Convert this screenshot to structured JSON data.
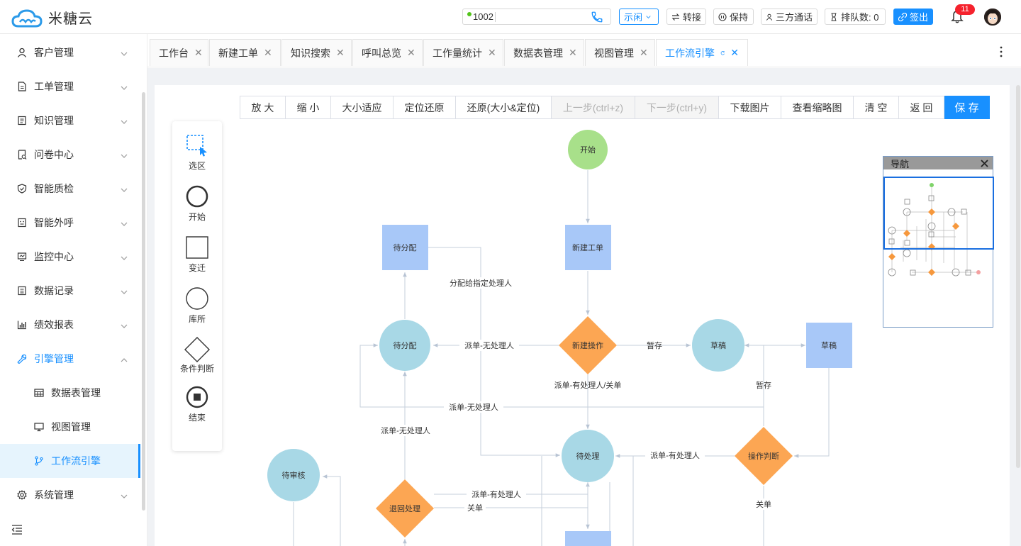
{
  "header": {
    "brand": "米糖云",
    "extension": "1002",
    "status": "示闲",
    "transfer_label": "转接",
    "hold_label": "保持",
    "three_way_label": "三方通话",
    "queue_label": "排队数: 0",
    "checkout_label": "签出",
    "notification_count": "11",
    "accent_color": "#1890ff"
  },
  "sidebar": {
    "items": [
      {
        "label": "客户管理",
        "icon": "user-icon"
      },
      {
        "label": "工单管理",
        "icon": "document-icon"
      },
      {
        "label": "知识管理",
        "icon": "book-icon"
      },
      {
        "label": "问卷中心",
        "icon": "survey-icon"
      },
      {
        "label": "智能质检",
        "icon": "shield-check-icon"
      },
      {
        "label": "智能外呼",
        "icon": "robot-icon"
      },
      {
        "label": "监控中心",
        "icon": "monitor-icon"
      },
      {
        "label": "数据记录",
        "icon": "list-icon"
      },
      {
        "label": "绩效报表",
        "icon": "bar-chart-icon"
      },
      {
        "label": "引擎管理",
        "icon": "wrench-icon"
      },
      {
        "label": "系统管理",
        "icon": "gear-icon"
      }
    ],
    "sub_items": [
      {
        "label": "数据表管理",
        "icon": "table-icon"
      },
      {
        "label": "视图管理",
        "icon": "display-icon"
      },
      {
        "label": "工作流引擎",
        "icon": "branch-icon"
      }
    ]
  },
  "tabs": [
    {
      "label": "工作台"
    },
    {
      "label": "新建工单"
    },
    {
      "label": "知识搜索"
    },
    {
      "label": "呼叫总览"
    },
    {
      "label": "工作量统计"
    },
    {
      "label": "数据表管理"
    },
    {
      "label": "视图管理"
    },
    {
      "label": "工作流引擎"
    }
  ],
  "toolbar": {
    "zoom_in": "放 大",
    "zoom_out": "缩 小",
    "fit": "大小适应",
    "locate_reset": "定位还原",
    "reset_all": "还原(大小&定位)",
    "undo": "上一步(ctrl+z)",
    "redo": "下一步(ctrl+y)",
    "download": "下载图片",
    "thumbnail": "查看缩略图",
    "clear": "清 空",
    "back": "返 回",
    "save": "保 存"
  },
  "palette": {
    "select": "选区",
    "start": "开始",
    "transition": "变迁",
    "place": "库所",
    "condition": "条件判断",
    "end": "结束"
  },
  "flow": {
    "nodes": {
      "start": "开始",
      "pending_assign_rect": "待分配",
      "new_ticket": "新建工单",
      "pending_assign_circle": "待分配",
      "new_operation": "新建操作",
      "draft_circle": "草稿",
      "draft_rect": "草稿",
      "pending_process": "待处理",
      "operation_decision": "操作判断",
      "pending_review": "待审核",
      "return_process": "退回处理"
    },
    "edges": {
      "assign_to_handler": "分配给指定处理人",
      "dispatch_no_handler_1": "派单-无处理人",
      "save_draft_1": "暂存",
      "dispatch_with_handler_close": "派单-有处理人/关单",
      "save_draft_2": "暂存",
      "dispatch_no_handler_2": "派单-无处理人",
      "dispatch_no_handler_3": "派单-无处理人",
      "dispatch_with_handler_1": "派单-有处理人",
      "dispatch_with_handler_2": "派单-有处理人",
      "close_1": "关单",
      "close_2": "关单"
    },
    "colors": {
      "circle": "#a8d8e6",
      "rect": "#a8c8f8",
      "diamond": "#fca653",
      "start": "#a8e08a"
    }
  },
  "navigator": {
    "title": "导航"
  }
}
